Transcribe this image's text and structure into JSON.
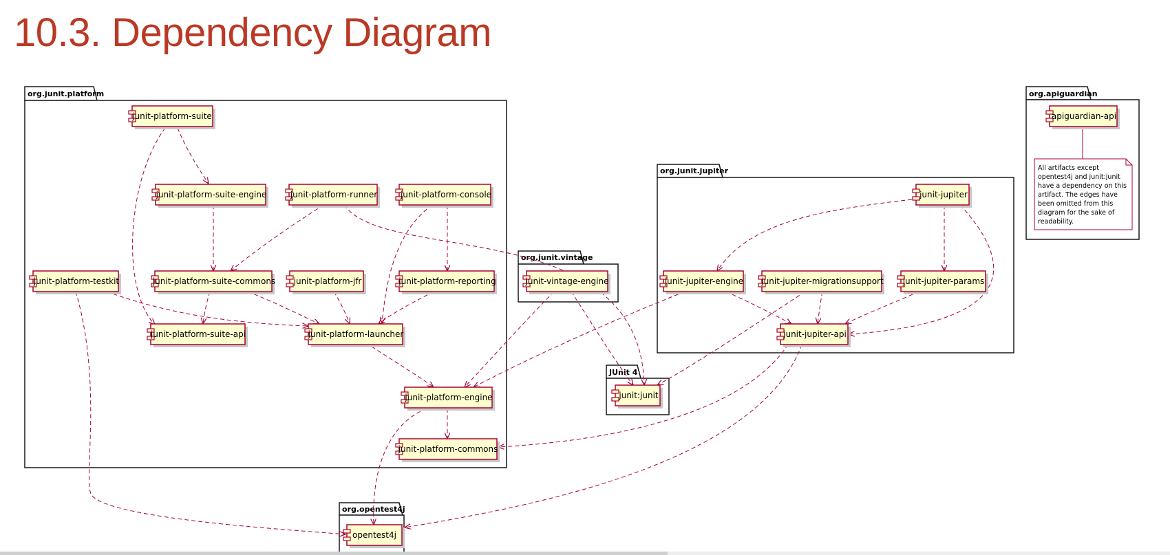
{
  "page": {
    "title": "10.3. Dependency Diagram"
  },
  "packages": {
    "platform": "org.junit.platform",
    "jupiter": "org.junit.jupiter",
    "vintage": "org.junit.vintage",
    "junit4": "JUnit 4",
    "opentest4j": "org.opentest4j",
    "apiguardian": "org.apiguardian"
  },
  "components": {
    "suite": "junit-platform-suite",
    "suite_engine": "junit-platform-suite-engine",
    "runner": "junit-platform-runner",
    "console": "junit-platform-console",
    "testkit": "junit-platform-testkit",
    "suite_commons": "junit-platform-suite-commons",
    "jfr": "junit-platform-jfr",
    "reporting": "junit-platform-reporting",
    "suite_api": "junit-platform-suite-api",
    "launcher": "junit-platform-launcher",
    "engine": "junit-platform-engine",
    "commons": "junit-platform-commons",
    "vintage_engine": "junit-vintage-engine",
    "junit": "junit:junit",
    "jupiter": "junit-jupiter",
    "jupiter_engine": "junit-jupiter-engine",
    "migrationsupport": "junit-jupiter-migrationsupport",
    "params": "junit-jupiter-params",
    "jupiter_api": "junit-jupiter-api",
    "opentest4j": "opentest4j",
    "apiguardian_api": "apiguardian-api"
  },
  "note": {
    "lines": [
      "All artifacts except",
      "opentest4j and junit:junit",
      "have a dependency on this",
      "artifact. The edges have",
      "been omitted from this",
      "diagram for the sake of",
      "readability."
    ]
  },
  "colors": {
    "title": "#ba3925",
    "component_fill": "#fefece",
    "component_border": "#a80036",
    "edge": "#a80036"
  }
}
